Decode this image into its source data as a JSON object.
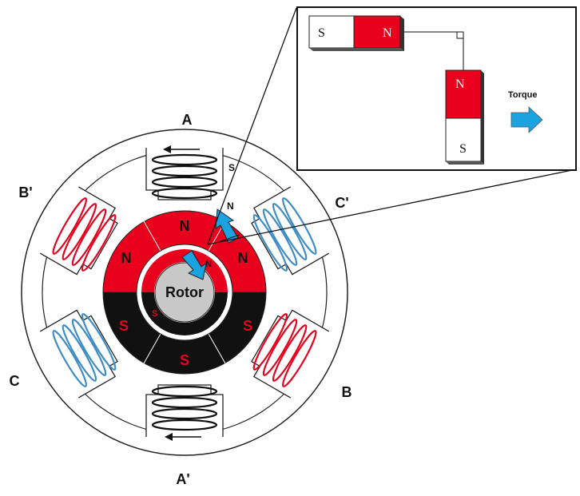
{
  "phase_labels": {
    "a": "A",
    "a_prime": "A'",
    "b": "B",
    "b_prime": "B'",
    "c": "C",
    "c_prime": "C'"
  },
  "ring_poles": {
    "top": "N",
    "upper_left": "N",
    "upper_right": "N",
    "lower_left": "S",
    "lower_right": "S",
    "bottom": "S"
  },
  "stator_pole": {
    "top_s": "S",
    "top_n": "N"
  },
  "rotor": {
    "label": "Rotor",
    "n_mark": "N",
    "s_mark": "S"
  },
  "inset": {
    "left_s": "S",
    "left_n": "N",
    "right_n": "N",
    "right_s": "S",
    "torque_label": "Torque"
  },
  "colors": {
    "red": "#e8001c",
    "blue_coil": "#3d8cc4",
    "arrow_blue": "#1aa3e0",
    "black": "#111111",
    "grey": "#c8c8c8"
  }
}
